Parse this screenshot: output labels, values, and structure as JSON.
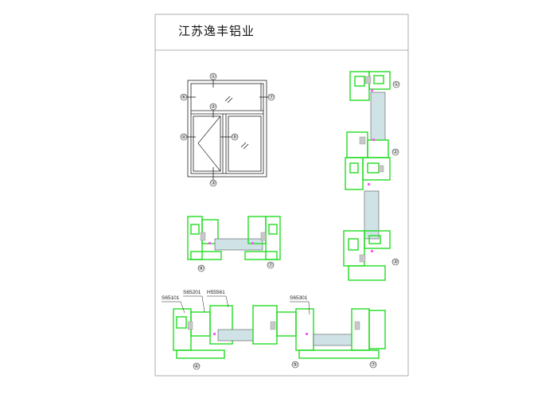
{
  "header": {
    "title": "江苏逸丰铝业"
  },
  "elevation": {
    "markers": [
      "①",
      "②",
      "③",
      "④",
      "⑤",
      "⑥",
      "⑦"
    ]
  },
  "sections": {
    "right_column_labels": [
      "①",
      "②",
      "③"
    ],
    "middle_label_left": "⑥",
    "middle_label_right": "⑦",
    "bottom_labels": [
      "④",
      "⑤",
      "⑦"
    ],
    "profile_codes": [
      "S65101",
      "S65201",
      "H55561",
      "S65301"
    ]
  },
  "colors": {
    "profile": "#22dd22",
    "glass": "#cfe3e6",
    "gasket": "#ff55ff",
    "border": "#999999",
    "line": "#222222"
  }
}
